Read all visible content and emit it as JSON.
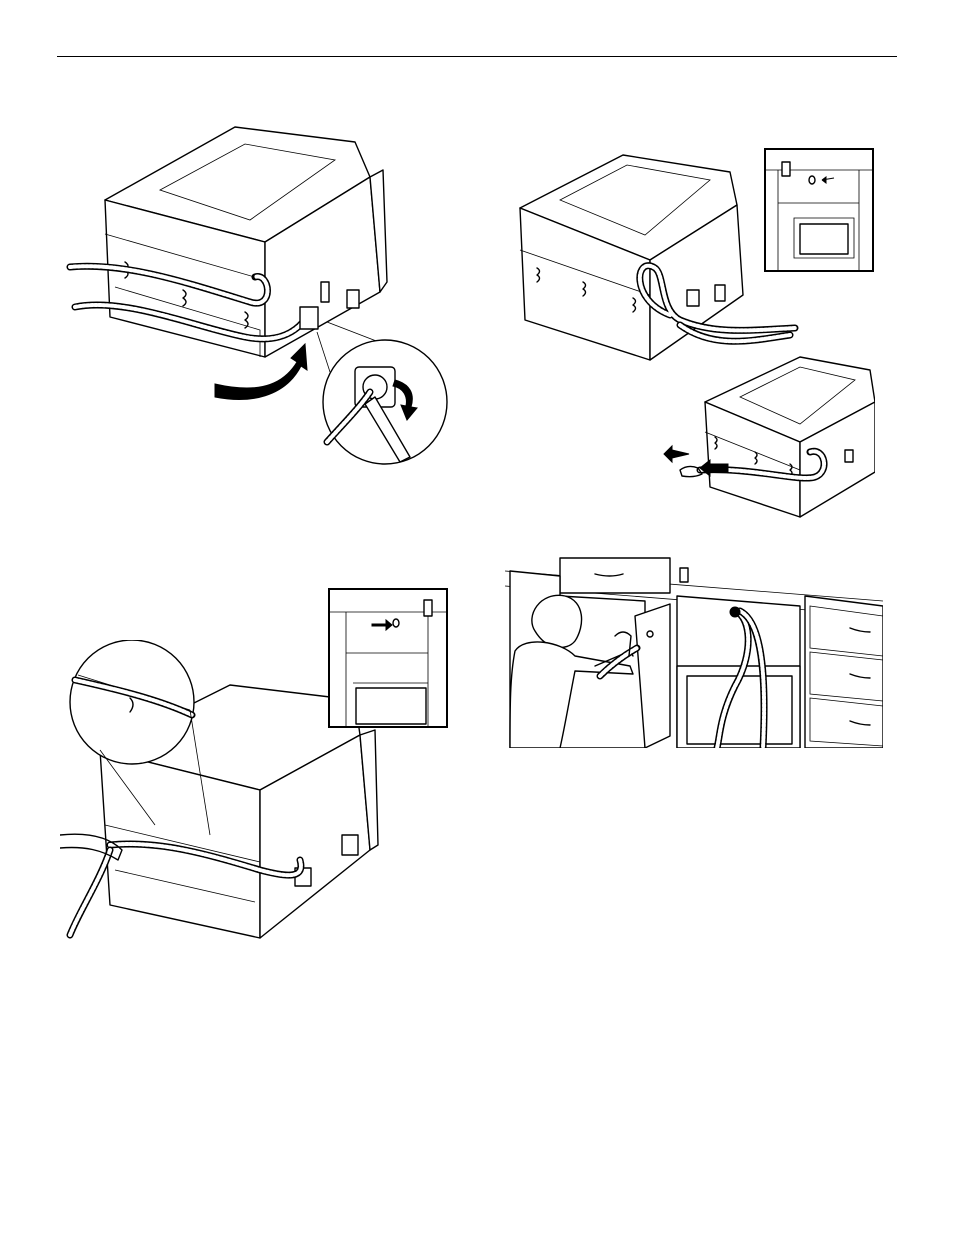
{
  "page": {
    "header_rule": true
  },
  "figures": [
    {
      "id": "fig-1",
      "depicts": "dishwasher-rear-hose-connection-with-wrench-detail"
    },
    {
      "id": "fig-2",
      "depicts": "dishwasher-rear-with-hoses-and-cabinet-inset"
    },
    {
      "id": "fig-3",
      "depicts": "dishwasher-pulling-hoses-forward"
    },
    {
      "id": "fig-4",
      "depicts": "threading-hose-through-retainers-with-cabinet-inset"
    },
    {
      "id": "fig-5",
      "depicts": "person-feeding-hoses-through-cabinet-opening"
    }
  ],
  "colors": {
    "ink": "#000000",
    "paper": "#ffffff"
  }
}
